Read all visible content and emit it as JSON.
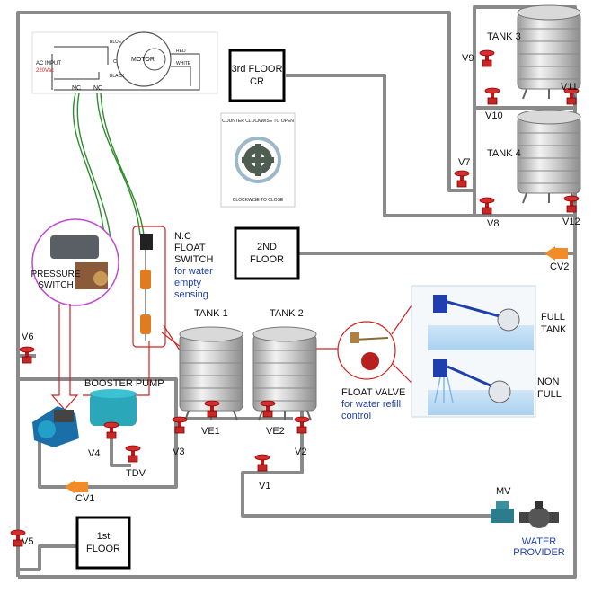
{
  "wiring": {
    "ac_input": "AC INPUT",
    "voltage": "220Vac",
    "blue": "BLUE",
    "black": "BLACK",
    "red": "RED",
    "white": "WHITE",
    "c": "C",
    "motor": "MOTOR",
    "nc1": "NC",
    "nc2": "NC"
  },
  "floors": {
    "third": [
      "3rd FLOOR",
      "CR"
    ],
    "second": [
      "2ND",
      "FLOOR"
    ],
    "first": [
      "1st",
      "FLOOR"
    ]
  },
  "valve_direction": {
    "open": "COUNTER CLOCKWISE TO OPEN",
    "close": "CLOCKWISE TO CLOSE"
  },
  "float_switch": {
    "title": [
      "N.C",
      "FLOAT",
      "SWITCH"
    ],
    "note": [
      "for water",
      "empty",
      "sensing"
    ]
  },
  "pressure_switch": [
    "PRESSURE",
    "SWITCH"
  ],
  "booster_pump": "BOOSTER PUMP",
  "tanks": {
    "t1": "TANK 1",
    "t2": "TANK 2",
    "t3": "TANK 3",
    "t4": "TANK 4"
  },
  "float_valve": {
    "title": "FLOAT VALVE",
    "note": [
      "for water refill",
      "control"
    ]
  },
  "tank_states": {
    "full": [
      "FULL",
      "TANK"
    ],
    "non_full": [
      "NON",
      "FULL"
    ]
  },
  "valves": {
    "v1": "V1",
    "v2": "V2",
    "v3": "V3",
    "v4": "V4",
    "v5": "V5",
    "v6": "V6",
    "v7": "V7",
    "v8": "V8",
    "v9": "V9",
    "v10": "V10",
    "v11": "V11",
    "v12": "V12",
    "ve1": "VE1",
    "ve2": "VE2",
    "tdv": "TDV",
    "mv": "MV"
  },
  "check_valves": {
    "cv1": "CV1",
    "cv2": "CV2"
  },
  "provider": [
    "WATER",
    "PROVIDER"
  ],
  "colors": {
    "pipe": "#8a8a8a",
    "valve": "#c62828",
    "check_valve": "#f28c28",
    "wire_green": "#2e8b2e",
    "pump_teal": "#2aa7b8",
    "annotation": "#d22020",
    "note_blue": "#1f3fae"
  }
}
